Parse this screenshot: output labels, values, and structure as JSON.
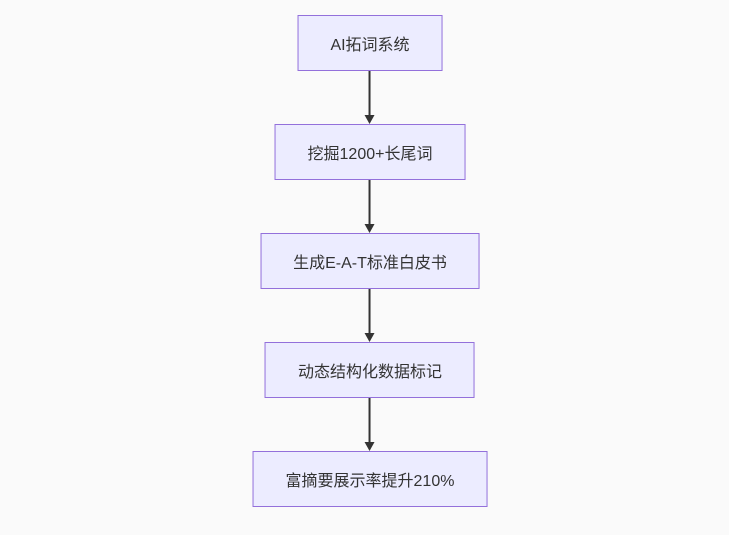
{
  "diagram": {
    "type": "flowchart",
    "direction": "top-down",
    "nodes": [
      {
        "label": "AI拓词系统"
      },
      {
        "label": "挖掘1200+长尾词"
      },
      {
        "label": "生成E-A-T标准白皮书"
      },
      {
        "label": "动态结构化数据标记"
      },
      {
        "label": "富摘要展示率提升210%"
      }
    ],
    "edges": [
      {
        "from": 0,
        "to": 1
      },
      {
        "from": 1,
        "to": 2
      },
      {
        "from": 2,
        "to": 3
      },
      {
        "from": 3,
        "to": 4
      }
    ]
  },
  "colors": {
    "background": "#fafafa",
    "node_fill": "#ECECFF",
    "node_border": "#9370DB",
    "arrow": "#333333",
    "text": "#333333"
  }
}
